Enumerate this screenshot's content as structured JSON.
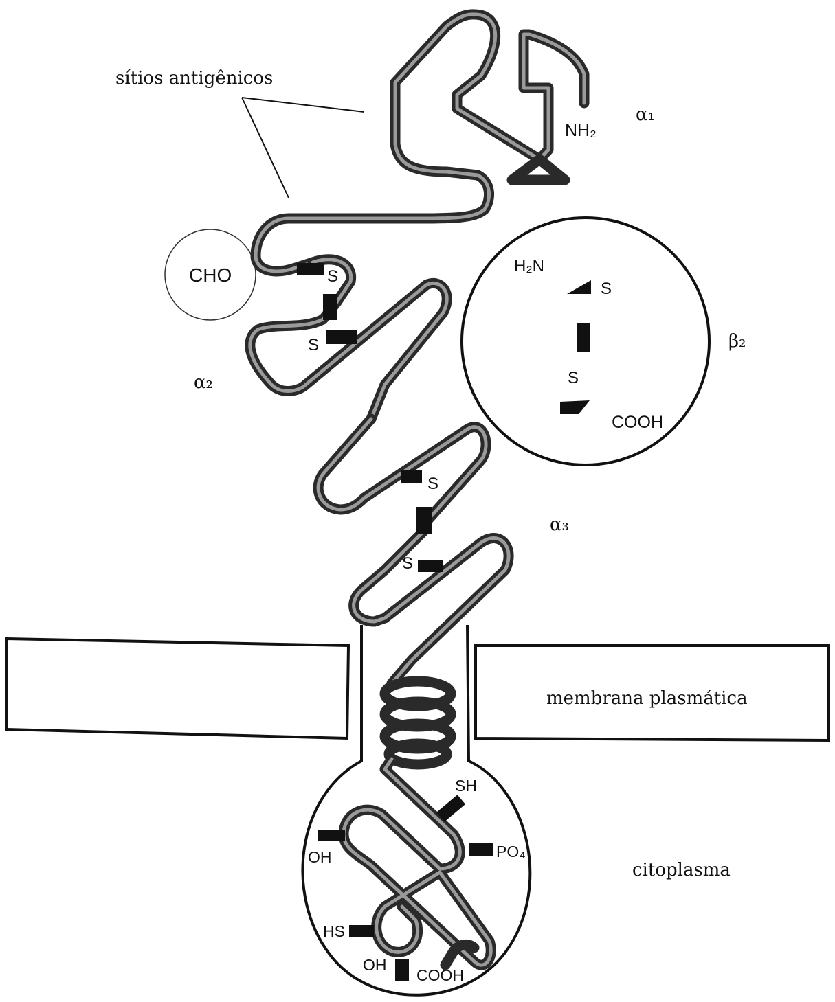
{
  "labels": {
    "antigenic_sites": "sítios antigênicos",
    "alpha1": "α₁",
    "alpha2": "α₂",
    "alpha3": "α₃",
    "beta2": "β₂",
    "nh2": "NH₂",
    "cho": "CHO",
    "h2n": "H₂N",
    "cooh_beta": "COOH",
    "s": "S",
    "membrane": "membrana plasmática",
    "cytoplasm": "citoplasma",
    "sh": "SH",
    "po4": "PO₄",
    "oh_left": "OH",
    "hs": "HS",
    "oh_bottom": "OH",
    "cooh_tail": "COOH"
  }
}
